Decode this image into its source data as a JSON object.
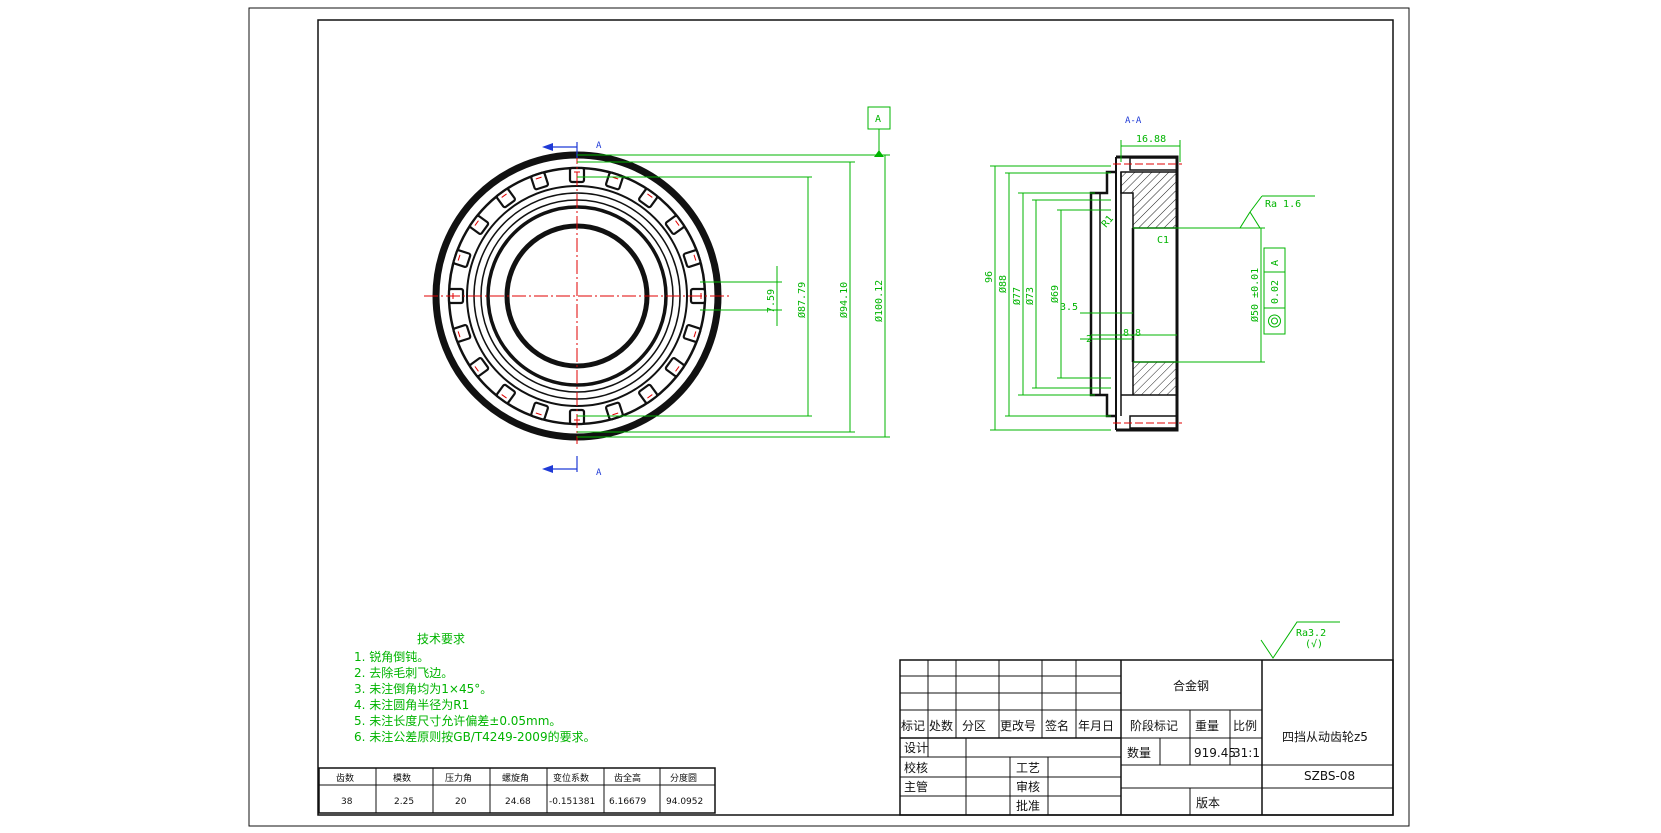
{
  "view_label": {
    "section": "A-A",
    "cut": "A",
    "datum": "A"
  },
  "front_dims": {
    "d1": "7.59",
    "d2": "Ø87.79",
    "d3": "Ø94.10",
    "d4": "Ø100.12"
  },
  "section_dims": {
    "width": "16.88",
    "d96": "96",
    "d88": "Ø88",
    "d77": "Ø77",
    "d73": "Ø73",
    "d69": "Ø69",
    "a35": "3.5",
    "a2": "2",
    "a8": "8.8",
    "r1": "R1",
    "c1": "C1",
    "ra16": "Ra  1.6",
    "d50": "Ø50 ±0.01",
    "tol": "0.02",
    "tol_datum": "A"
  },
  "tech_req": {
    "title": "技术要求",
    "items": [
      "1.  锐角倒钝。",
      "2.  去除毛刺飞边。",
      "3.  未注倒角均为1×45°。",
      "4.  未注圆角半径为R1",
      "5.  未注长度尺寸允许偏差±0.05mm。",
      "6.  未注公差原则按GB/T4249-2009的要求。"
    ]
  },
  "gear_params": {
    "headers": [
      "齿数",
      "模数",
      "压力角",
      "螺旋角",
      "变位系数",
      "齿全高",
      "分度圆"
    ],
    "values": [
      "38",
      "2.25",
      "20",
      "24.68",
      "-0.151381",
      "6.16679",
      "94.0952"
    ]
  },
  "roughness": {
    "label": "Ra3.2",
    "note": "(√)"
  },
  "title_block": {
    "material": "合金钢",
    "part_name": "四挡从动齿轮z5",
    "drawing_no": "SZBS-08",
    "row_labels": [
      "标记",
      "处数",
      "分区",
      "更改号",
      "签名",
      "年月日"
    ],
    "design": "设计",
    "check": "校核",
    "chief": "主管",
    "process": "工艺",
    "review": "审核",
    "approve": "批准",
    "stage_mark": "阶段标记",
    "weight": "重量",
    "scale": "比例",
    "qty": "数量",
    "weight_val": "919.45",
    "scale_val": "31:1",
    "version": "版本"
  },
  "colors": {
    "geometry": "#111111",
    "dimension": "#00b400",
    "center": "#e00000",
    "cutplane": "#1f3ad6"
  }
}
